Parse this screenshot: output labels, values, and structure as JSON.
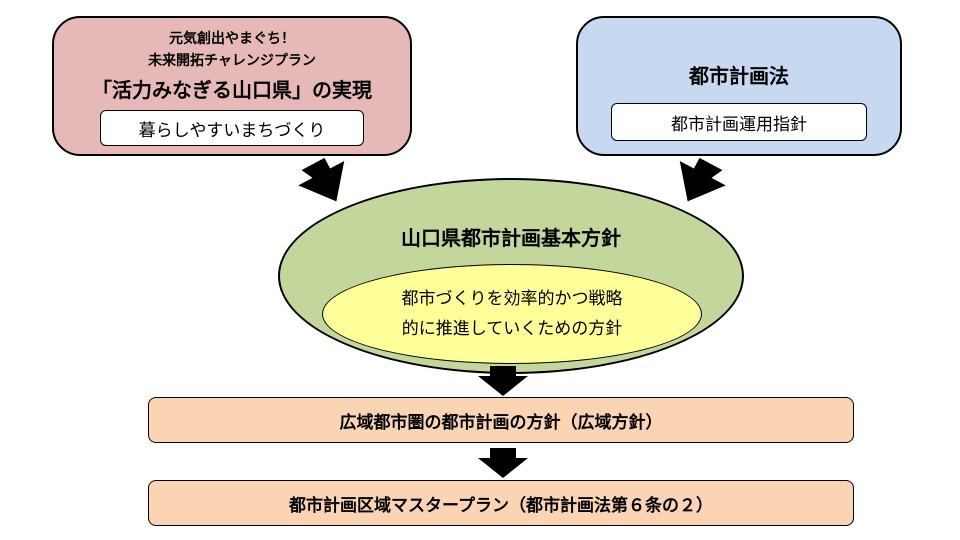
{
  "left_box": {
    "line1": "元気創出やまぐち！",
    "line2": "未来開拓チャレンジプラン",
    "line3": "「活力みなぎる山口県」の実現",
    "sub": "暮らしやすいまちづくり"
  },
  "right_box": {
    "title": "都市計画法",
    "sub": "都市計画運用指針"
  },
  "ellipse": {
    "title": "山口県都市計画基本方針",
    "inner_line1": "都市づくりを効率的かつ戦略",
    "inner_line2": "的に推進していくための方針"
  },
  "bar1": {
    "label": "広域都市圏の都市計画の方針（広域方針）"
  },
  "bar2": {
    "label": "都市計画区域マスタープラン（都市計画法第６条の２）"
  },
  "colors": {
    "left_fill": "#e6b9b8",
    "right_fill": "#c6d9f1",
    "ellipse_fill": "#c3d69b",
    "inner_ellipse_fill": "#ffff99",
    "bar_fill": "#fbd4b4"
  }
}
